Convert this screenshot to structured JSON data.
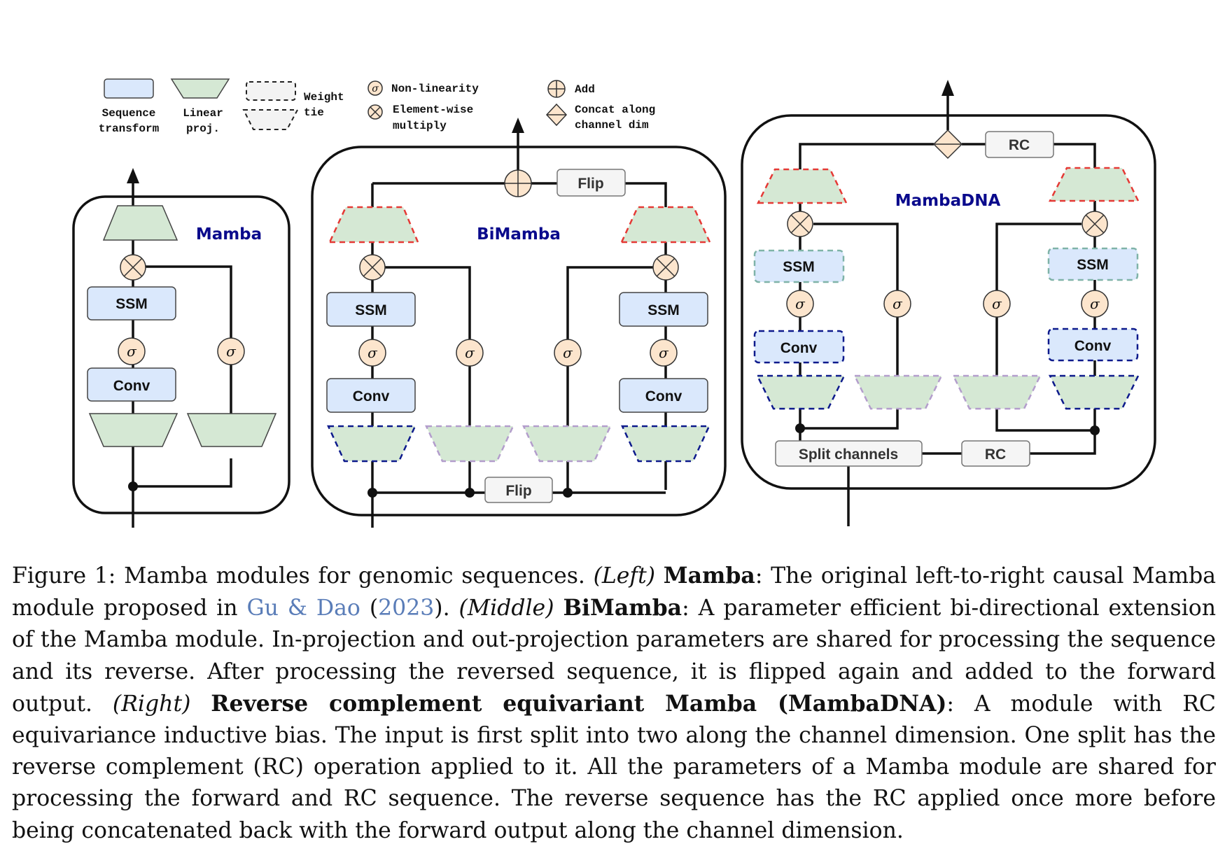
{
  "legend": {
    "sequence_transform": [
      "Sequence",
      "transform"
    ],
    "linear_proj": [
      "Linear",
      "proj."
    ],
    "weight_tie": [
      "Weight",
      "tie"
    ],
    "non_linearity": "Non-linearity",
    "element_wise_multiply": [
      "Element-wise",
      "multiply"
    ],
    "add": "Add",
    "concat": [
      "Concat along",
      "channel dim"
    ]
  },
  "modules": {
    "mamba": {
      "title": "Mamba",
      "ssm_label": "SSM",
      "conv_label": "Conv",
      "sigma": "σ"
    },
    "bimamba": {
      "title": "BiMamba",
      "ssm_label": "SSM",
      "conv_label": "Conv",
      "sigma": "σ",
      "flip_top": "Flip",
      "flip_bottom": "Flip"
    },
    "mambadna": {
      "title": "MambaDNA",
      "ssm_label": "SSM",
      "conv_label": "Conv",
      "sigma": "σ",
      "rc_top": "RC",
      "rc_bottom": "RC",
      "split_channels": "Split channels"
    }
  },
  "colors": {
    "sequence_fill": "#dae8fc",
    "linear_fill": "#d5e8d4",
    "op_fill": "#fce5cd",
    "label_box_fill": "#f5f5f5",
    "tie_red": "#e53935",
    "tie_navy": "#0d1a8c",
    "tie_purple": "#b39dcc",
    "tie_teal": "#7fb3a8",
    "title_blue": "#0a0a8c",
    "citation": "#5a7db8"
  },
  "caption": {
    "figure_label": "Figure 1:",
    "intro": "Mamba modules for genomic sequences.",
    "left_tag": "(Left)",
    "left_name": "Mamba",
    "left_text_1": ": The original left-to-right causal Mamba module proposed in ",
    "citation_authors": "Gu & Dao",
    "citation_year": "2023",
    "middle_tag": "(Middle)",
    "middle_name": "BiMamba",
    "middle_text": ": A parameter efficient bi-directional extension of the Mamba module. In-projection and out-projection parameters are shared for processing the sequence and its reverse. After processing the reversed sequence, it is flipped again and added to the forward output.",
    "right_tag": "(Right)",
    "right_name": "Reverse complement equivariant Mamba (MambaDNA)",
    "right_text": ": A module with RC equivariance inductive bias. The input is first split into two along the channel dimension. One split has the reverse complement (RC) operation applied to it. All the parameters of a Mamba module are shared for processing the forward and RC sequence. The reverse sequence has the RC applied once more before being concatenated back with the forward output along the channel dimension."
  }
}
